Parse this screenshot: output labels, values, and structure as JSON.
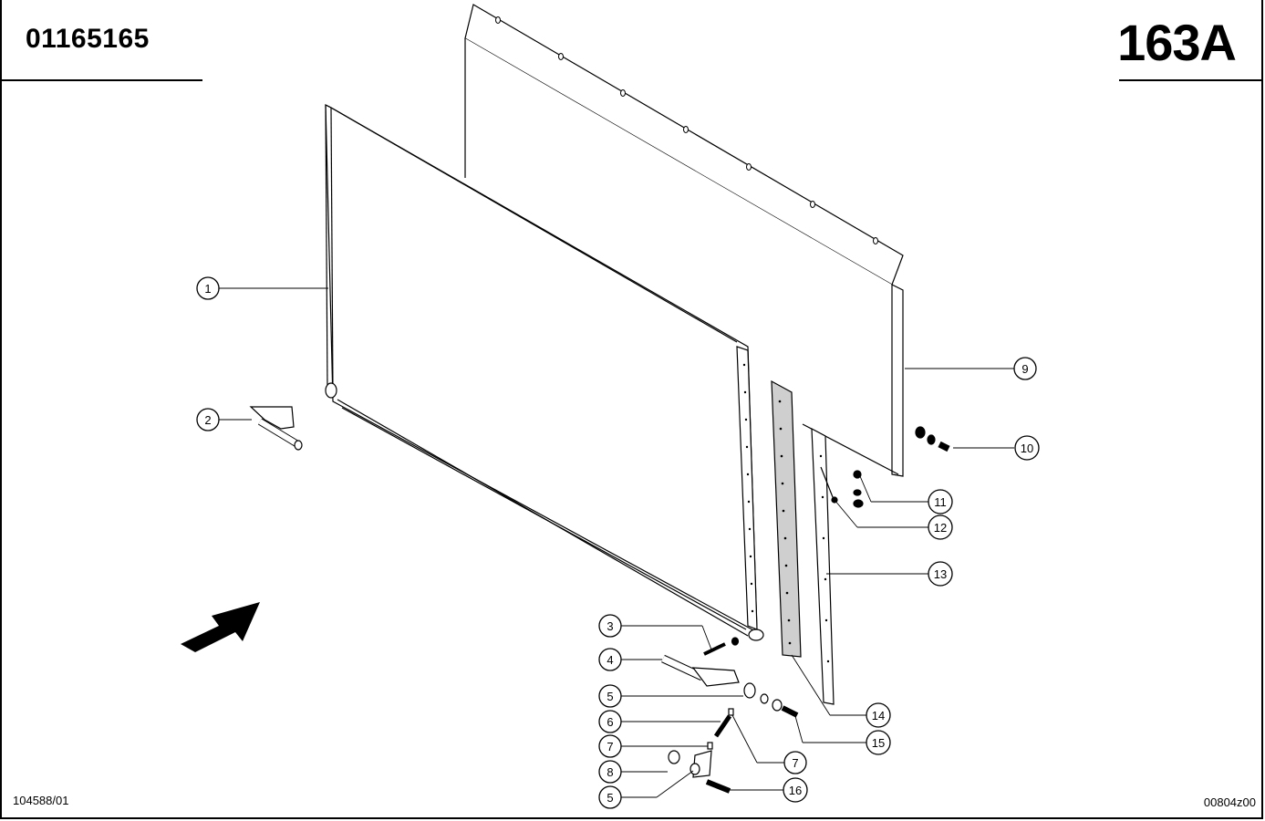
{
  "header": {
    "part_number": "01165165",
    "page_code": "163A"
  },
  "footer": {
    "drawing_ref": "104588/01",
    "image_code": "00804z00"
  },
  "callouts": [
    {
      "id": "c1",
      "label": "1"
    },
    {
      "id": "c2",
      "label": "2"
    },
    {
      "id": "c3",
      "label": "3"
    },
    {
      "id": "c4",
      "label": "4"
    },
    {
      "id": "c5a",
      "label": "5"
    },
    {
      "id": "c6",
      "label": "6"
    },
    {
      "id": "c7a",
      "label": "7"
    },
    {
      "id": "c7b",
      "label": "7"
    },
    {
      "id": "c8",
      "label": "8"
    },
    {
      "id": "c5b",
      "label": "5"
    },
    {
      "id": "c9",
      "label": "9"
    },
    {
      "id": "c10",
      "label": "10"
    },
    {
      "id": "c11",
      "label": "11"
    },
    {
      "id": "c12",
      "label": "12"
    },
    {
      "id": "c13",
      "label": "13"
    },
    {
      "id": "c14",
      "label": "14"
    },
    {
      "id": "c15",
      "label": "15"
    },
    {
      "id": "c16",
      "label": "16"
    }
  ],
  "colors": {
    "line": "#000000",
    "background": "#ffffff",
    "strip_fill": "#cfcfcf"
  }
}
